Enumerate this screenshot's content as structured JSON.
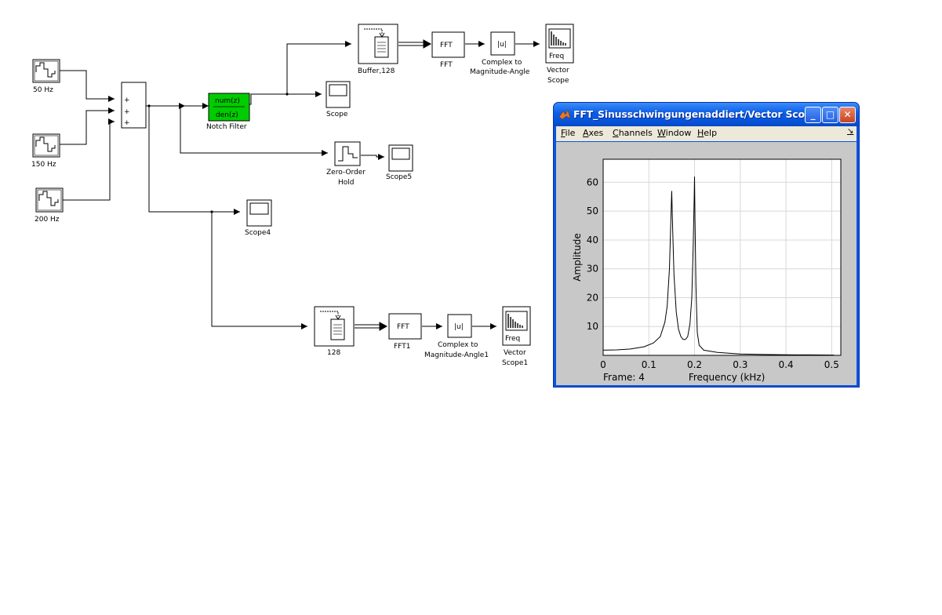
{
  "diagram": {
    "blocks": {
      "src50": "50 Hz",
      "src150": "150 Hz",
      "src200": "200 Hz",
      "sum_signs": [
        "+",
        "+",
        "+"
      ],
      "notch_num": "num(z)",
      "notch_den": "den(z)",
      "notch_label": "Notch Filter",
      "notch_color": "#00cc00",
      "buffer_top": "Buffer,128",
      "fft_text": "FFT",
      "fft_top": "FFT",
      "abs_text": "|u|",
      "cma_top": [
        "Complex to",
        "Magnitude-Angle"
      ],
      "freq_text": "Freq",
      "vscope_top": [
        "Vector",
        "Scope"
      ],
      "scope": "Scope",
      "zoh": [
        "Zero-Order",
        "Hold"
      ],
      "scope5": "Scope5",
      "scope4": "Scope4",
      "buffer_bottom": "128",
      "fft_bottom": "FFT1",
      "cma_bottom": [
        "Complex to",
        "Magnitude-Angle1"
      ],
      "vscope_bottom": [
        "Vector",
        "Scope1"
      ]
    }
  },
  "scope_window": {
    "title": "FFT_Sinusschwingungenaddiert/Vector Scope",
    "controls": {
      "minimize": "_",
      "maximize": "□",
      "close": "✕"
    },
    "menu": [
      "File",
      "Axes",
      "Channels",
      "Window",
      "Help"
    ],
    "frame_label": "Frame: 4",
    "colors": {
      "titlebar": "#0a5ce6",
      "close": "#d4502c"
    }
  },
  "chart_data": {
    "type": "line",
    "xlabel": "Frequency (kHz)",
    "ylabel": "Amplitude",
    "xlim": [
      0,
      0.52
    ],
    "ylim": [
      0,
      68
    ],
    "xticks": [
      "0",
      "0.1",
      "0.2",
      "0.3",
      "0.4",
      "0.5"
    ],
    "yticks": [
      "10",
      "20",
      "30",
      "40",
      "50",
      "60"
    ],
    "grid": true,
    "series": [
      {
        "x": [
          0,
          0.03,
          0.06,
          0.09,
          0.11,
          0.125,
          0.135,
          0.14,
          0.145,
          0.148,
          0.15,
          0.152,
          0.155,
          0.16,
          0.165,
          0.17,
          0.175,
          0.18,
          0.185,
          0.19,
          0.194,
          0.197,
          0.199,
          0.2,
          0.201,
          0.203,
          0.206,
          0.21,
          0.22,
          0.25,
          0.3,
          0.35,
          0.4,
          0.45,
          0.5,
          0.505
        ],
        "y": [
          1.8,
          1.9,
          2.2,
          3.0,
          4.3,
          6.5,
          11.5,
          17,
          30,
          46,
          57,
          44,
          28,
          15,
          9,
          6.5,
          5.5,
          5.5,
          6.5,
          11,
          20,
          38,
          54,
          62,
          47,
          24,
          8,
          3.5,
          1.8,
          1.0,
          0.5,
          0.3,
          0.2,
          0.15,
          0.1,
          0.1
        ]
      }
    ]
  }
}
